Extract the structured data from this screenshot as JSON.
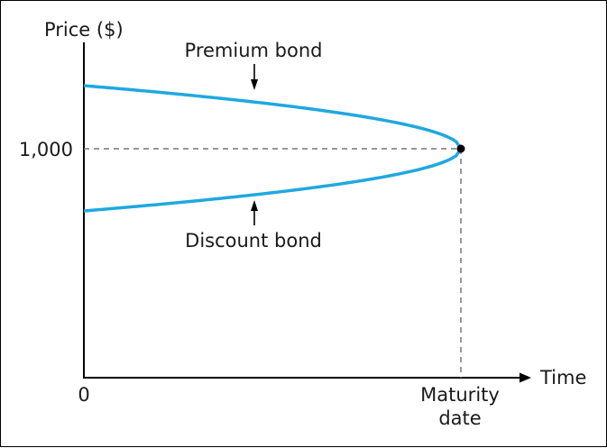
{
  "chart_data": {
    "type": "line",
    "ylabel": "Price ($)",
    "xlabel": "Time",
    "x_origin_label": "0",
    "x_maturity_label": [
      "Maturity",
      "date"
    ],
    "y_tick_label": "1,000",
    "par_value": 1000,
    "series": [
      {
        "name": "Premium bond",
        "start_price": 1280,
        "end_price": 1000
      },
      {
        "name": "Discount bond",
        "start_price": 724,
        "end_price": 1000
      }
    ],
    "colors": {
      "curve": "#1fa8e0",
      "axis": "#000000",
      "guide": "#777777"
    }
  }
}
